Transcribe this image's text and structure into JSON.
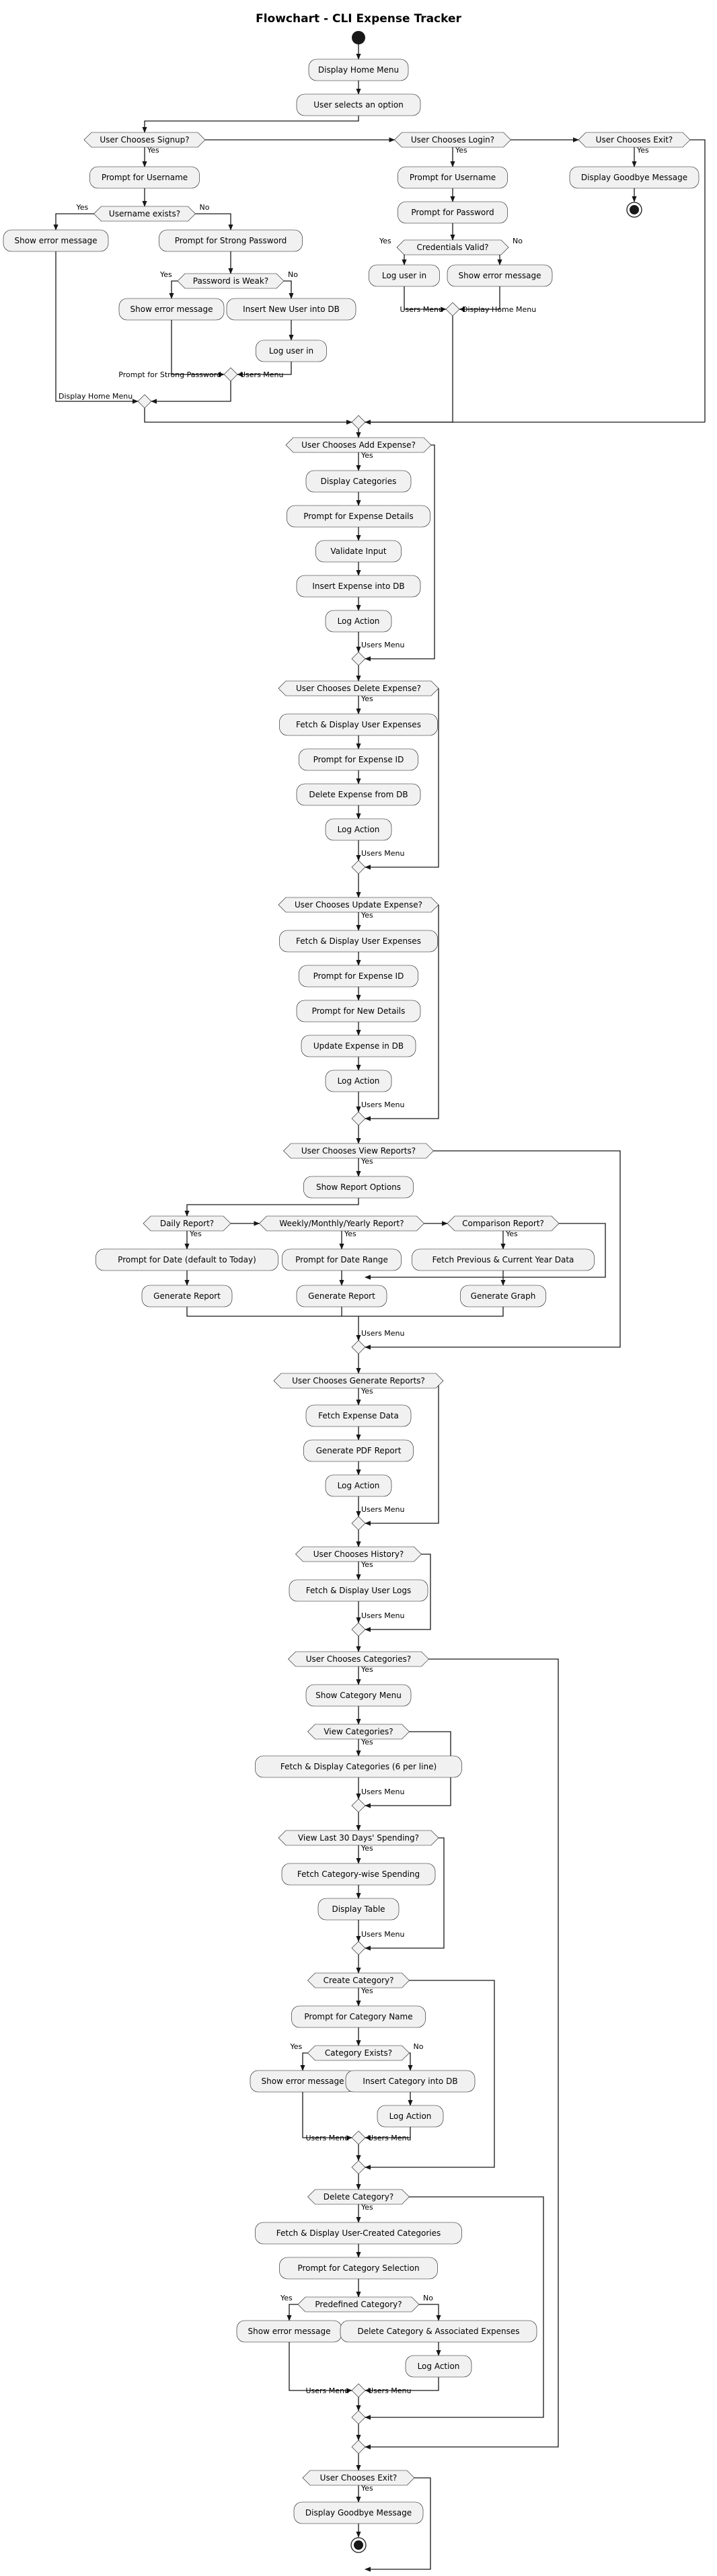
{
  "title": "Flowchart - CLI Expense Tracker",
  "nodes": {
    "display_home_menu": "Display Home Menu",
    "user_selects_option": "User selects an option",
    "q_signup": "User Chooses Signup?",
    "q_login": "User Chooses Login?",
    "q_exit_top": "User Chooses Exit?",
    "su_prompt_username": "Prompt for Username",
    "q_username_exists": "Username exists?",
    "su_show_error": "Show error message",
    "su_prompt_strong_password": "Prompt for Strong Password",
    "q_password_weak": "Password is Weak?",
    "su_show_error_2": "Show error message",
    "su_insert_user": "Insert New User into DB",
    "su_log_user_in": "Log user in",
    "li_prompt_username": "Prompt for Username",
    "li_prompt_password": "Prompt for Password",
    "q_credentials_valid": "Credentials Valid?",
    "li_log_user_in": "Log user in",
    "li_show_error": "Show error message",
    "display_goodbye_top": "Display Goodbye Message",
    "q_add_expense": "User Chooses Add Expense?",
    "ae_display_categories": "Display Categories",
    "ae_prompt_details": "Prompt for Expense Details",
    "ae_validate": "Validate Input",
    "ae_insert": "Insert Expense into DB",
    "ae_log": "Log Action",
    "q_delete_expense": "User Chooses Delete Expense?",
    "de_fetch": "Fetch & Display User Expenses",
    "de_prompt_id": "Prompt for Expense ID",
    "de_delete": "Delete Expense from DB",
    "de_log": "Log Action",
    "q_update_expense": "User Chooses Update Expense?",
    "ue_fetch": "Fetch & Display User Expenses",
    "ue_prompt_id": "Prompt for Expense ID",
    "ue_prompt_details": "Prompt for New Details",
    "ue_update": "Update Expense in DB",
    "ue_log": "Log Action",
    "q_view_reports": "User Chooses View Reports?",
    "vr_show_options": "Show Report Options",
    "q_daily": "Daily Report?",
    "q_wmy": "Weekly/Monthly/Yearly Report?",
    "q_comparison": "Comparison Report?",
    "vr_prompt_date": "Prompt for Date (default to Today)",
    "vr_generate_report_1": "Generate Report",
    "vr_prompt_range": "Prompt for Date Range",
    "vr_generate_report_2": "Generate Report",
    "vr_fetch_prev_current": "Fetch Previous & Current Year Data",
    "vr_generate_graph": "Generate Graph",
    "q_generate_reports": "User Chooses Generate Reports?",
    "gr_fetch": "Fetch Expense Data",
    "gr_pdf": "Generate PDF Report",
    "gr_log": "Log Action",
    "q_history": "User Chooses History?",
    "hi_fetch_logs": "Fetch & Display User Logs",
    "q_categories": "User Chooses Categories?",
    "ca_show_menu": "Show Category Menu",
    "q_view_categories": "View Categories?",
    "ca_fetch_display": "Fetch & Display Categories (6 per line)",
    "q_last30": "View Last 30 Days' Spending?",
    "ca_fetch_spending": "Fetch Category-wise Spending",
    "ca_display_table": "Display Table",
    "q_create_category": "Create Category?",
    "ca_prompt_name": "Prompt for Category Name",
    "q_category_exists": "Category Exists?",
    "ca_show_error": "Show error message",
    "ca_insert": "Insert Category into DB",
    "ca_log": "Log Action",
    "q_delete_category": "Delete Category?",
    "dc_fetch_user_created": "Fetch & Display User-Created Categories",
    "dc_prompt_selection": "Prompt for Category Selection",
    "q_predefined": "Predefined Category?",
    "dc_show_error": "Show error message",
    "dc_delete_assoc": "Delete Category & Associated Expenses",
    "dc_log": "Log Action",
    "q_exit_bottom": "User Chooses Exit?",
    "display_goodbye_bottom": "Display Goodbye Message"
  },
  "edge_labels": {
    "yes": "Yes",
    "no": "No",
    "users_menu": "Users Menu",
    "display_home_menu": "Display Home Menu",
    "prompt_strong_password": "Prompt for Strong Password"
  }
}
